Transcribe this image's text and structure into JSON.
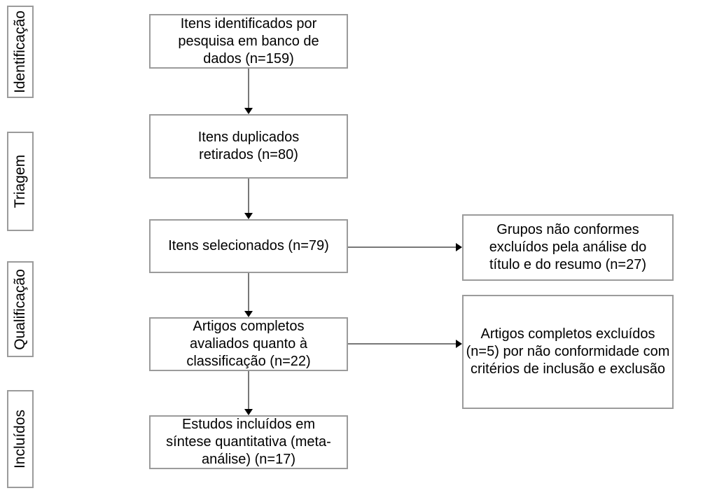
{
  "diagram": {
    "title": "PRISMA flow diagram (Portuguese)",
    "stages": [
      {
        "label": "Identificação"
      },
      {
        "label": "Triagem"
      },
      {
        "label": "Qualificação"
      },
      {
        "label": "Incluídos"
      }
    ],
    "main": [
      {
        "text": "Itens identificados por\npesquisa em banco de\ndados (n=159)"
      },
      {
        "text": "Itens duplicados\nretirados (n=80)"
      },
      {
        "text": "Itens selecionados (n=79)"
      },
      {
        "text": "Artigos completos\navaliados quanto à\nclassificação (n=22)"
      },
      {
        "text": "Estudos incluídos em\nsíntese quantitativa (meta-\nanálise) (n=17)"
      }
    ],
    "side": [
      {
        "text": "Grupos não conformes\nexcluídos pela análise do\ntítulo e do resumo (n=27)"
      },
      {
        "text": "Artigos completos excluídos\n(n=5) por não conformidade com\ncritérios de inclusão e exclusão"
      }
    ],
    "counts": {
      "identified": 159,
      "duplicates_removed": 80,
      "screened": 79,
      "excluded_by_title_abstract": 27,
      "fulltext_assessed": 22,
      "fulltext_excluded": 5,
      "included": 17
    }
  },
  "colors": {
    "background": "#ffffff",
    "box_border": "#9b9b9b",
    "connector_line": "#787878",
    "arrowhead": "#000000",
    "text": "#000000"
  }
}
